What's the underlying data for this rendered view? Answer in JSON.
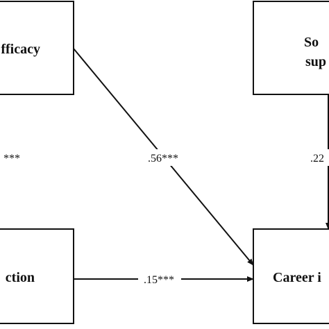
{
  "nodes": {
    "self_efficacy": {
      "lines": [
        "fficacy"
      ]
    },
    "social_support": {
      "lines": [
        "So",
        "sup"
      ]
    },
    "satisfaction": {
      "lines": [
        "ction"
      ]
    },
    "career": {
      "lines": [
        "Career i"
      ]
    }
  },
  "paths": {
    "efficacy_to_career": ".56***",
    "support_to_career": ".22",
    "satisfaction_to_career": ".15***",
    "left_partial": "***"
  },
  "colors": {
    "stroke": "#111111",
    "background": "#ffffff"
  }
}
